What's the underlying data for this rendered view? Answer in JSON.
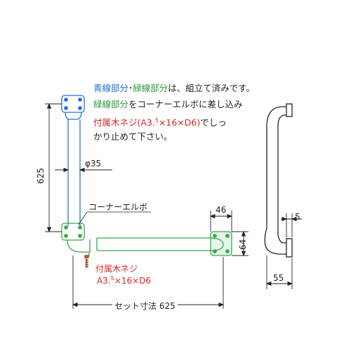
{
  "notes": {
    "line1_blue": "青線部分",
    "line1_dot": "･",
    "line1_green": "緑線部分",
    "line1_rest": "は、組立て済みです。",
    "line2_green": "緑線部分",
    "line2_rest": "をコーナーエルボに差し込み",
    "line3_red": "付属木ネジ(A3.",
    "line3_sup": "5",
    "line3_red2": "×16×D6)",
    "line3_rest": "でしっ",
    "line4": "かり止めて下さい。"
  },
  "labels": {
    "diameter": "φ35",
    "height_625": "625",
    "corner_elbow": "コーナーエルボ",
    "screw_title": "付属木ネジ",
    "screw_spec_a": "A3.",
    "screw_spec_sup": "5",
    "screw_spec_b": "×16×D6",
    "set_dim": "セット寸法 625",
    "dim_46": "46",
    "dim_64": "64",
    "dim_5": "5",
    "dim_55": "55"
  },
  "colors": {
    "blue_line": "#2a6fd6",
    "green_line": "#3aa84a",
    "red_text": "#d6242a",
    "bracket_fill": "#e8f3ea",
    "dim_line": "#222222"
  }
}
